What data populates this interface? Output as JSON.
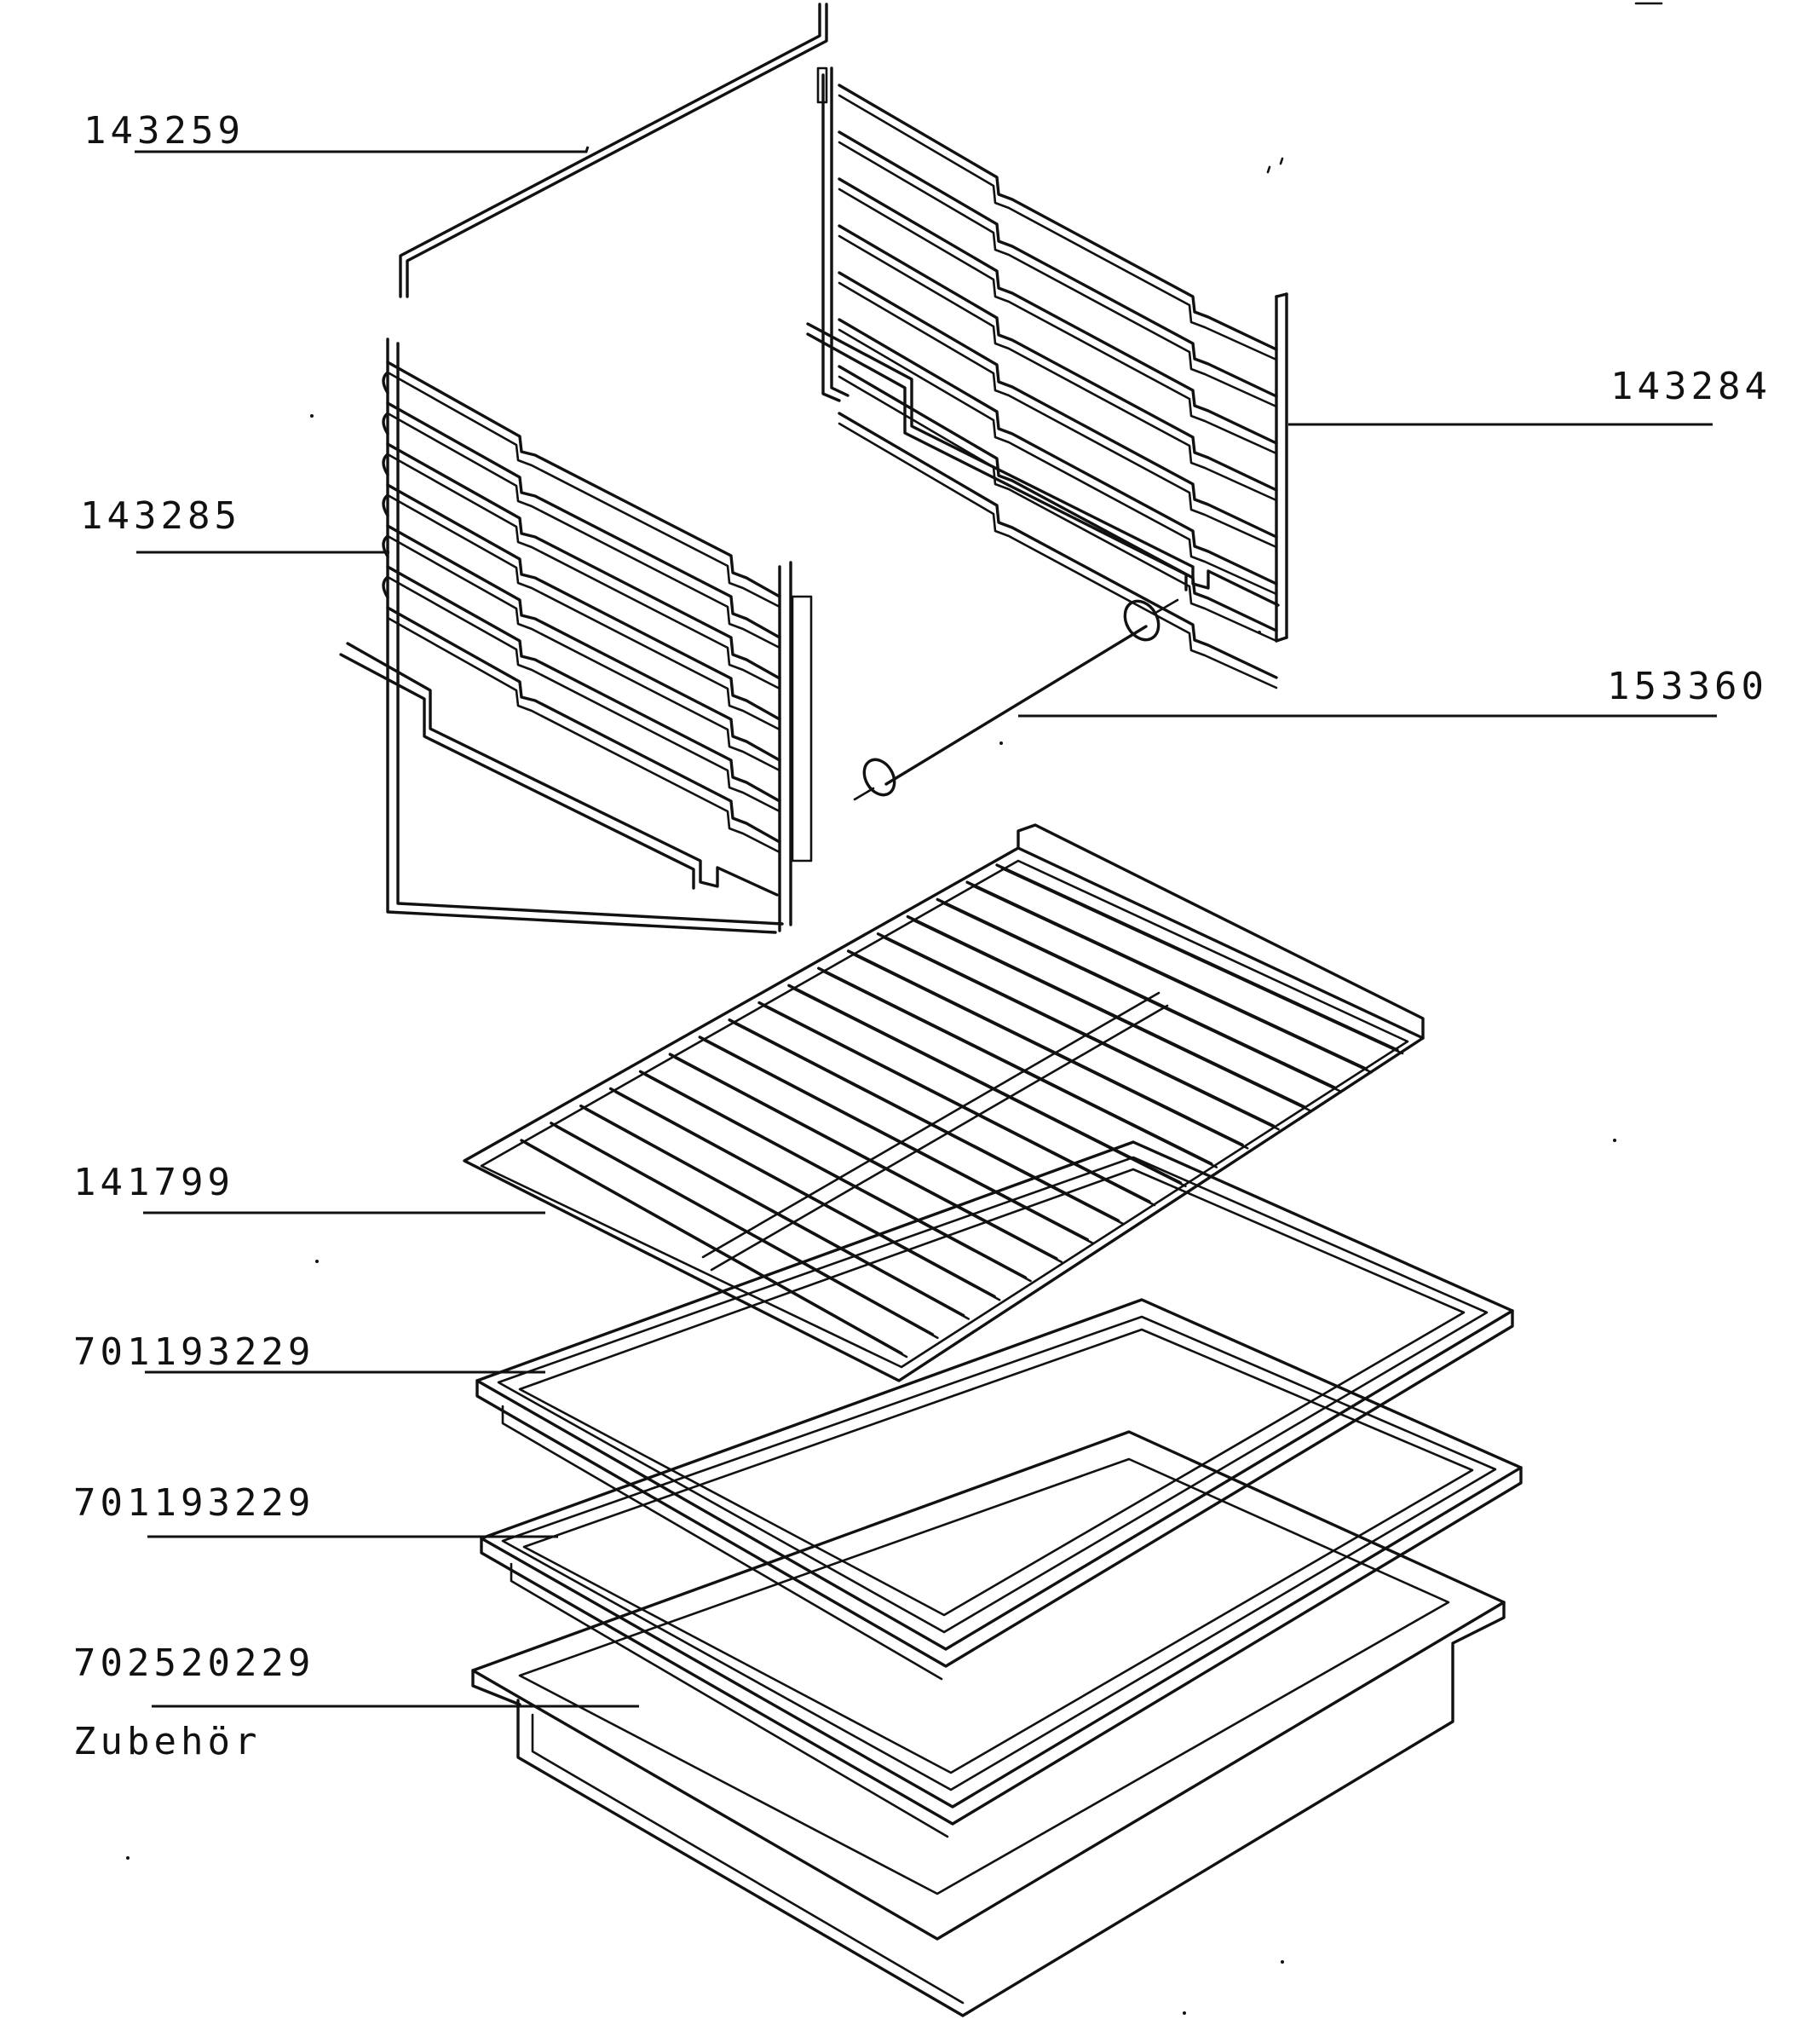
{
  "labels": {
    "l_143259": "143259",
    "l_143284": "143284",
    "l_143285": "143285",
    "l_153360": "153360",
    "l_141799": "141799",
    "l_701193229_a": "701193229",
    "l_701193229_b": "701193229",
    "l_702520229": "702520229",
    "l_zubehoer": "Zubehör"
  }
}
